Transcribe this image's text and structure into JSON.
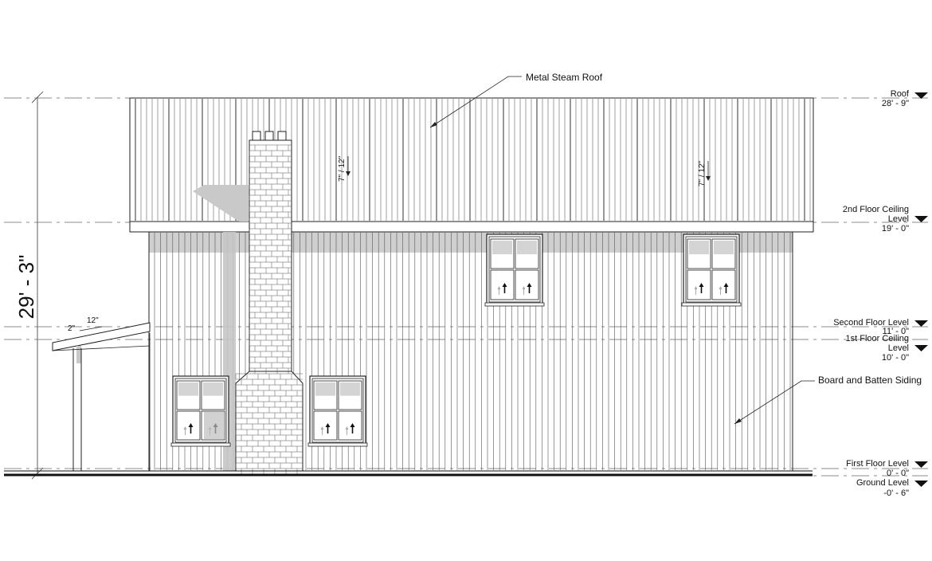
{
  "overall_height": "29' - 3\"",
  "levels": [
    {
      "name": "Roof",
      "elevation": "28' - 9\""
    },
    {
      "name": "2nd Floor Ceiling Level",
      "name_line1": "2nd Floor Ceiling",
      "name_line2": "Level",
      "elevation": "19' - 0\""
    },
    {
      "name": "Second Floor Level",
      "elevation": "11' - 0\""
    },
    {
      "name": "1st Floor Ceiling Level",
      "name_line1": "1st Floor Ceiling",
      "name_line2": "Level",
      "elevation": "10' - 0\""
    },
    {
      "name": "First Floor Level",
      "elevation": "0' - 0\""
    },
    {
      "name": "Ground Level",
      "elevation": "-0' - 6\""
    }
  ],
  "annotations": {
    "roof": "Metal Steam Roof",
    "siding": "Board and Batten Siding"
  },
  "roof_slopes": [
    "7\" / 12\"",
    "7\" / 12\""
  ],
  "porch_slope": {
    "rise": "2\"",
    "run": "12\""
  },
  "colors": {
    "line": "#222222",
    "shade": "#c9c9c9",
    "glass": "#d2d2d2",
    "dark": "#111111"
  }
}
